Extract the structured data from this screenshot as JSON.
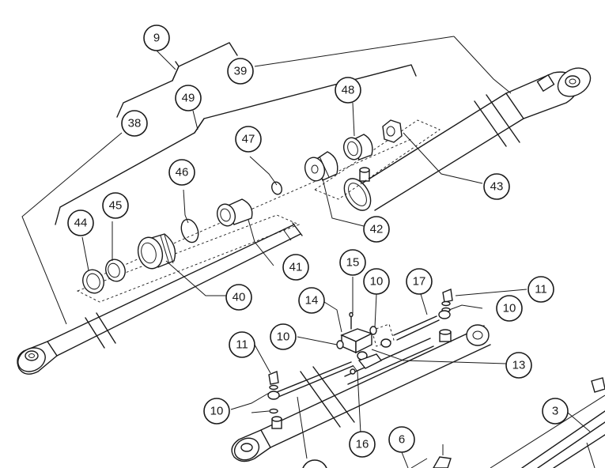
{
  "callouts": [
    {
      "id": "c9",
      "label": "9"
    },
    {
      "id": "c39",
      "label": "39"
    },
    {
      "id": "c38",
      "label": "38"
    },
    {
      "id": "c49",
      "label": "49"
    },
    {
      "id": "c48",
      "label": "48"
    },
    {
      "id": "c47",
      "label": "47"
    },
    {
      "id": "c43",
      "label": "43"
    },
    {
      "id": "c46",
      "label": "46"
    },
    {
      "id": "c42",
      "label": "42"
    },
    {
      "id": "c44",
      "label": "44"
    },
    {
      "id": "c45",
      "label": "45"
    },
    {
      "id": "c41",
      "label": "41"
    },
    {
      "id": "c40",
      "label": "40"
    },
    {
      "id": "c15",
      "label": "15"
    },
    {
      "id": "c10a",
      "label": "10"
    },
    {
      "id": "c17",
      "label": "17"
    },
    {
      "id": "c11a",
      "label": "11"
    },
    {
      "id": "c14",
      "label": "14"
    },
    {
      "id": "c10b",
      "label": "10"
    },
    {
      "id": "c10c",
      "label": "10"
    },
    {
      "id": "c11b",
      "label": "11"
    },
    {
      "id": "c13",
      "label": "13"
    },
    {
      "id": "c10d",
      "label": "10"
    },
    {
      "id": "c3",
      "label": "3"
    },
    {
      "id": "c16",
      "label": "16"
    },
    {
      "id": "c6",
      "label": "6"
    }
  ]
}
